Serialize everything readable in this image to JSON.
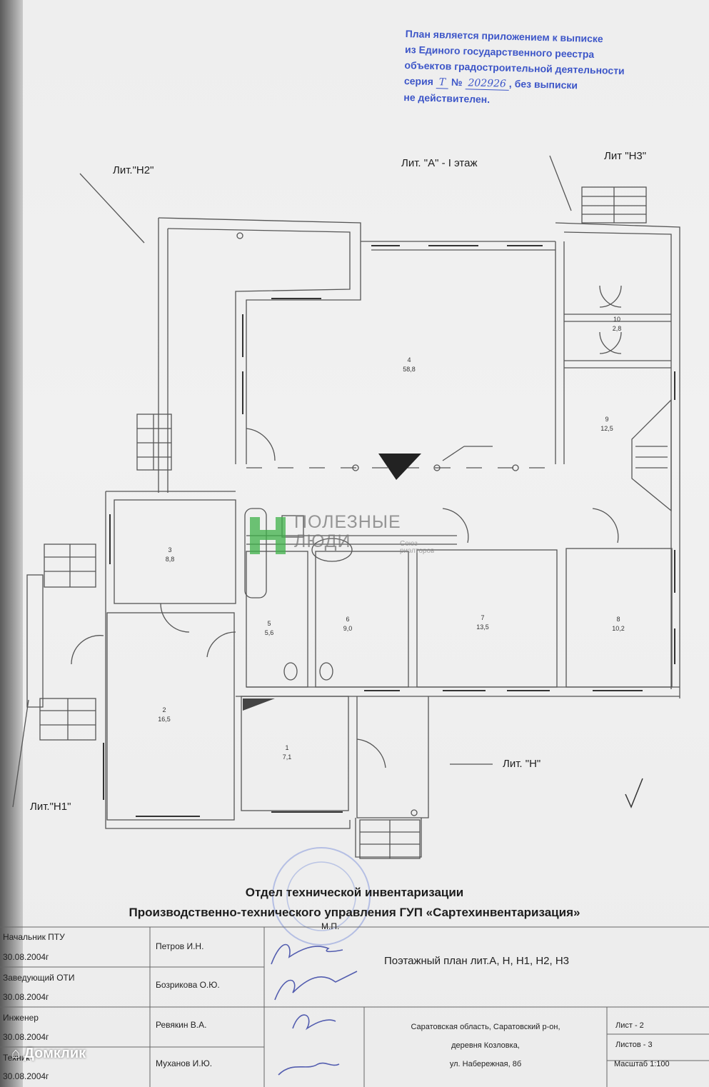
{
  "certificate_note": {
    "line1": "План является приложением к выписке",
    "line2": "из Единого государственного реестра",
    "line3": "объектов градостроительной деятельности",
    "series_label": "серия",
    "series_value": "Т",
    "number_label": "№",
    "number_value": "202926",
    "line4_tail": ", без выписки",
    "line5": "не действителен."
  },
  "plan": {
    "floor_title": "Лит. \"А\" - I этаж",
    "lit_h1": "Лит.\"Н1\"",
    "lit_h2": "Лит.\"Н2\"",
    "lit_h3": "Лит \"Н3\"",
    "lit_h": "Лит. \"Н\"",
    "rooms": [
      {
        "no": "1",
        "area": "7,1"
      },
      {
        "no": "2",
        "area": "16,5"
      },
      {
        "no": "3",
        "area": "8,8"
      },
      {
        "no": "4",
        "area": "58,8"
      },
      {
        "no": "5",
        "area": "5,6"
      },
      {
        "no": "6",
        "area": "9,0"
      },
      {
        "no": "7",
        "area": "13,5"
      },
      {
        "no": "8",
        "area": "10,2"
      },
      {
        "no": "9",
        "area": "12,5"
      },
      {
        "no": "10",
        "area": "2,8"
      }
    ]
  },
  "watermark": {
    "line1": "ПОЛЕЗНЫЕ",
    "line2": "ЛЮДИ",
    "sub1": "Союз",
    "sub2": "риэлторов"
  },
  "stamp": {
    "org_line1": "Отдел технической инвентаризации",
    "org_line2": "Производственно-технического управления ГУП «Сартехинвентаризация»",
    "mp": "М.П.",
    "plan_title": "Поэтажный план лит.А, Н, Н1, Н2, Н3",
    "signatories": [
      {
        "role": "Начальник ПТУ",
        "date": "30.08.2004г",
        "name": "Петров И.Н."
      },
      {
        "role": "Заведующий ОТИ",
        "date": "30.08.2004г",
        "name": "Бозрикова О.Ю."
      },
      {
        "role": "Инженер",
        "date": "30.08.2004г",
        "name": "Ревякин В.А."
      },
      {
        "role": "Техник",
        "date": "30.08.2004г",
        "name": "Муханов И.Ю."
      }
    ],
    "address_line1": "Саратовская область, Саратовский р-он,",
    "address_line2": "деревня Козловка,",
    "address_line3": "ул. Набережная, 8б",
    "sheet": "Лист - 2",
    "sheets": "Листов - 3",
    "scale": "Масштаб 1:100"
  },
  "site_watermark": "Домклик",
  "colors": {
    "ink_blue": "#3d56c8",
    "line": "#555555",
    "brand_green": "#3fb24a"
  }
}
